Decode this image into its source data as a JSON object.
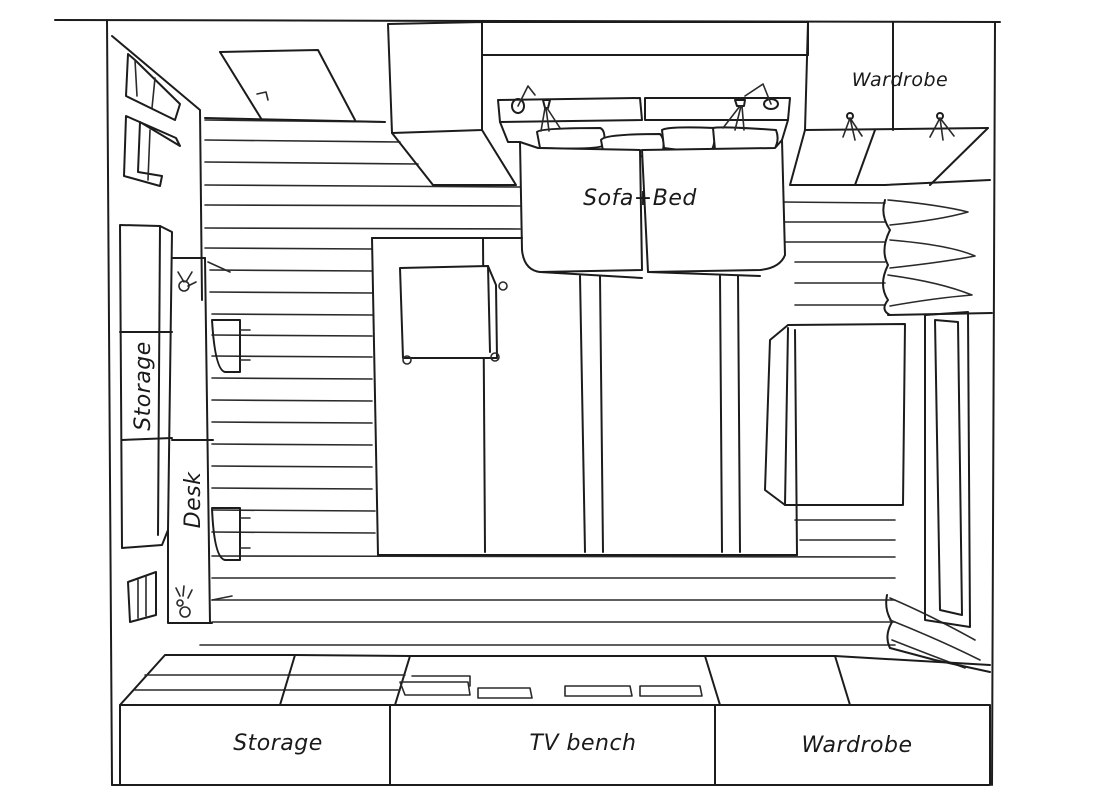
{
  "diagram": {
    "type": "floor-plan-sketch",
    "style": "hand-drawn line sketch, black ink on white",
    "labels": {
      "wardrobe_top_right": "Wardrobe",
      "sofa_bed": "Sofa+Bed",
      "storage_left": "Storage",
      "desk": "Desk",
      "storage_bottom": "Storage",
      "tv_bench": "TV bench",
      "wardrobe_bottom": "Wardrobe"
    },
    "elements": [
      {
        "id": "door",
        "label": ""
      },
      {
        "id": "chairs",
        "label": ""
      },
      {
        "id": "tall-cabinet-top",
        "label": ""
      },
      {
        "id": "sofa-bed",
        "label": "Sofa+Bed"
      },
      {
        "id": "wall-lamps",
        "label": ""
      },
      {
        "id": "wardrobe-top-right",
        "label": "Wardrobe"
      },
      {
        "id": "curtains",
        "label": ""
      },
      {
        "id": "window",
        "label": ""
      },
      {
        "id": "side-cabinet-right",
        "label": ""
      },
      {
        "id": "rug",
        "label": ""
      },
      {
        "id": "stool",
        "label": ""
      },
      {
        "id": "storage-left",
        "label": "Storage"
      },
      {
        "id": "desk",
        "label": "Desk"
      },
      {
        "id": "storage-bottom",
        "label": "Storage"
      },
      {
        "id": "tv-bench",
        "label": "TV bench"
      },
      {
        "id": "wardrobe-bottom",
        "label": "Wardrobe"
      }
    ],
    "colors": {
      "ink": "#1c1c1c",
      "paper": "#ffffff"
    }
  }
}
